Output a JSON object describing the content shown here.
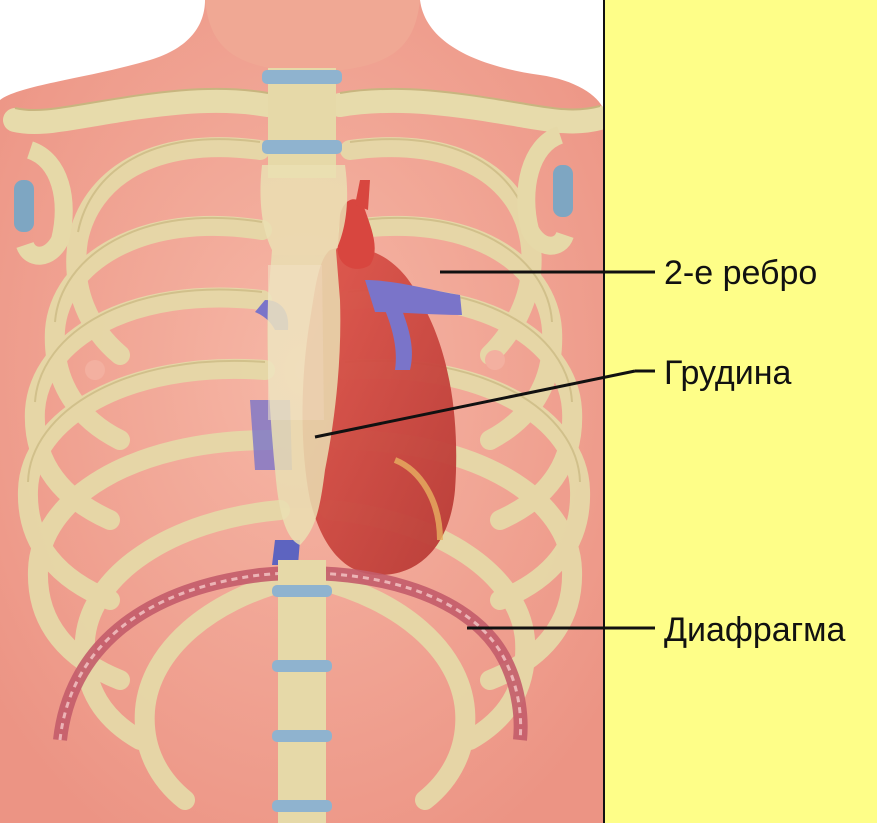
{
  "colors": {
    "panel_background": "#fefe88",
    "skin": "#f0a08c",
    "skin_light": "#f7c0ae",
    "bone": "#e8dcae",
    "bone_shade": "#cdbb85",
    "heart_red": "#d2443e",
    "vein_blue": "#6c6fc8",
    "cartilage_blue": "#8fb3cf",
    "diaphragm": "#c0606a",
    "leader_line": "#111111"
  },
  "labels": {
    "rib2": "2-е ребро",
    "sternum": "Грудина",
    "diaphragm": "Диафрагма"
  }
}
